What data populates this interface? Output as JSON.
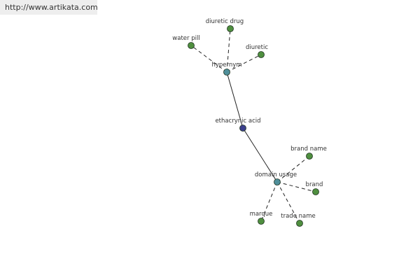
{
  "banner": {
    "url": "http://www.artikata.com"
  },
  "colors": {
    "center_node": "#3b3f8c",
    "relation_node": "#4f8f9a",
    "leaf_node": "#4f8f3f",
    "node_stroke": "#1f3320",
    "edge": "#222222"
  },
  "graph": {
    "center": {
      "id": "center",
      "label": "ethacrynic acid"
    },
    "relations": [
      {
        "id": "hypernym",
        "label": "hypernym",
        "leaves": [
          {
            "id": "diuretic-drug",
            "label": "diuretic drug"
          },
          {
            "id": "water-pill",
            "label": "water pill"
          },
          {
            "id": "diuretic",
            "label": "diuretic"
          }
        ]
      },
      {
        "id": "domain-usage",
        "label": "domain usage",
        "leaves": [
          {
            "id": "brand-name",
            "label": "brand name"
          },
          {
            "id": "brand",
            "label": "brand"
          },
          {
            "id": "marque",
            "label": "marque"
          },
          {
            "id": "trade-name",
            "label": "trade name"
          }
        ]
      }
    ]
  }
}
